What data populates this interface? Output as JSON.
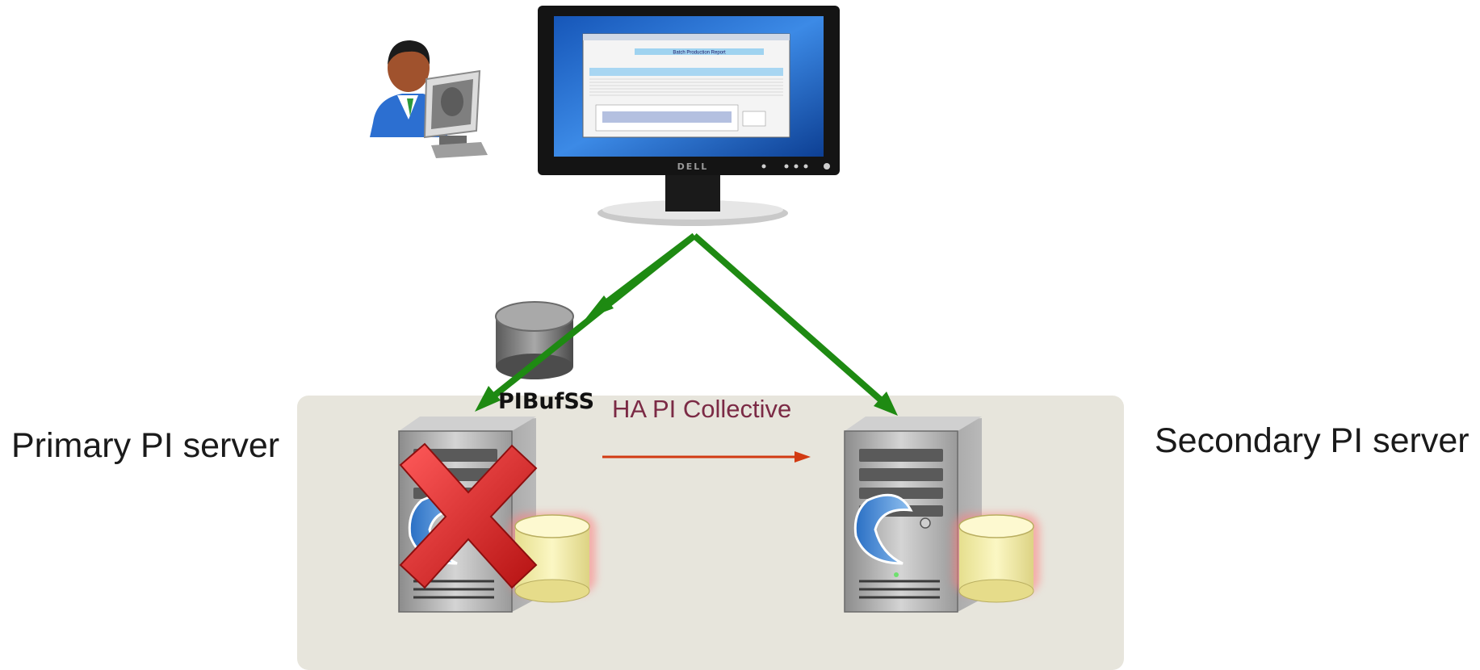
{
  "labels": {
    "primary_server": "Primary PI server",
    "secondary_server": "Secondary PI server",
    "collective": "HA PI Collective",
    "buffer": "PIBufSS"
  },
  "monitor": {
    "brand": "DELL",
    "report_title": "Batch Production Report"
  },
  "colors": {
    "link_arrow": "#1e8a12",
    "replication_arrow": "#d23a12",
    "failure_mark": "#d81e1e",
    "collective_label": "#7b2a45",
    "panel": "#e7e5dc"
  },
  "icons": [
    "user-workstation-icon",
    "client-monitor-icon",
    "buffer-database-icon",
    "server-tower-icon",
    "pi-logo-icon",
    "archive-database-icon",
    "failure-x-icon"
  ]
}
